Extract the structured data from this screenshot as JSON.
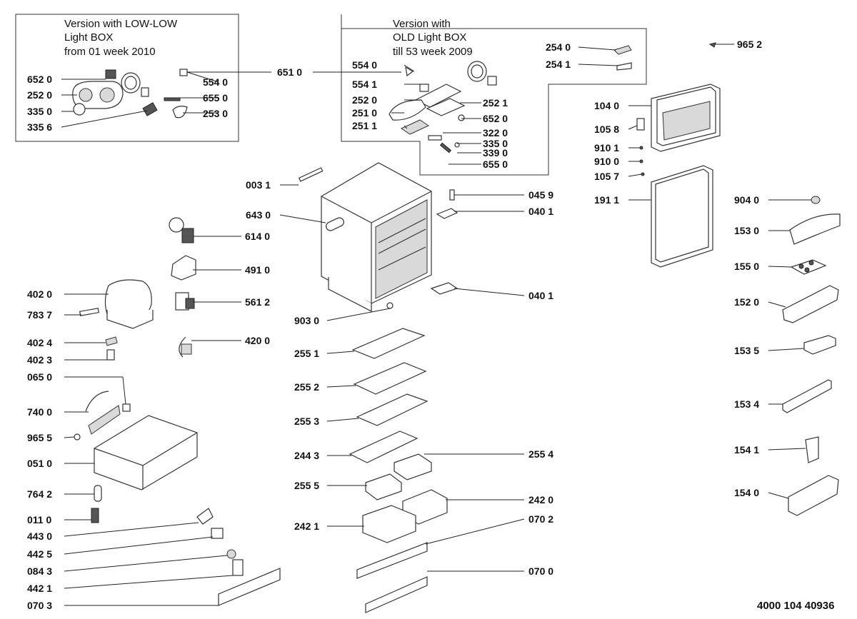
{
  "insets": {
    "low_low": {
      "title_lines": [
        "Version with LOW-LOW",
        "Light BOX",
        "from 01 week 2010"
      ]
    },
    "old": {
      "title_lines": [
        "Version with",
        "OLD Light BOX",
        "till 53 week 2009"
      ]
    }
  },
  "doc_number": "4000 104 40936",
  "labels": {
    "l652_0a": "652 0",
    "l252_0a": "252 0",
    "l335_0a": "335 0",
    "l335_6": "335 6",
    "l554_0a": "554 0",
    "l655_0a": "655 0",
    "l253_0": "253 0",
    "l651_0": "651 0",
    "l554_0b": "554 0",
    "l554_1": "554 1",
    "l252_0b": "252 0",
    "l251_0": "251 0",
    "l251_1": "251 1",
    "l252_1": "252 1",
    "l652_0b": "652 0",
    "l322_0": "322 0",
    "l335_0b": "335 0",
    "l339_0": "339 0",
    "l655_0b": "655 0",
    "l254_0": "254 0",
    "l254_1": "254 1",
    "l965_2": "965 2",
    "l104_0": "104 0",
    "l105_8": "105 8",
    "l910_1": "910 1",
    "l910_0": "910 0",
    "l105_7": "105 7",
    "l191_1": "191 1",
    "l904_0": "904 0",
    "l153_0": "153 0",
    "l155_0": "155 0",
    "l152_0": "152 0",
    "l153_5": "153 5",
    "l153_4": "153 4",
    "l154_1": "154 1",
    "l154_0": "154 0",
    "l003_1": "003 1",
    "l643_0": "643 0",
    "l045_9": "045 9",
    "l040_1a": "040 1",
    "l040_1b": "040 1",
    "l903_0": "903 0",
    "l614_0": "614 0",
    "l491_0": "491 0",
    "l561_2": "561 2",
    "l420_0": "420 0",
    "l402_0": "402 0",
    "l783_7": "783 7",
    "l402_4": "402 4",
    "l402_3": "402 3",
    "l065_0": "065 0",
    "l740_0": "740 0",
    "l965_5": "965 5",
    "l051_0": "051 0",
    "l764_2": "764 2",
    "l011_0": "011 0",
    "l443_0": "443 0",
    "l442_5": "442 5",
    "l084_3": "084 3",
    "l442_1": "442 1",
    "l070_3": "070 3",
    "l255_1": "255 1",
    "l255_2": "255 2",
    "l255_3": "255 3",
    "l244_3": "244 3",
    "l255_4": "255 4",
    "l255_5": "255 5",
    "l242_0": "242 0",
    "l242_1": "242 1",
    "l070_2": "070 2",
    "l070_0": "070 0"
  }
}
